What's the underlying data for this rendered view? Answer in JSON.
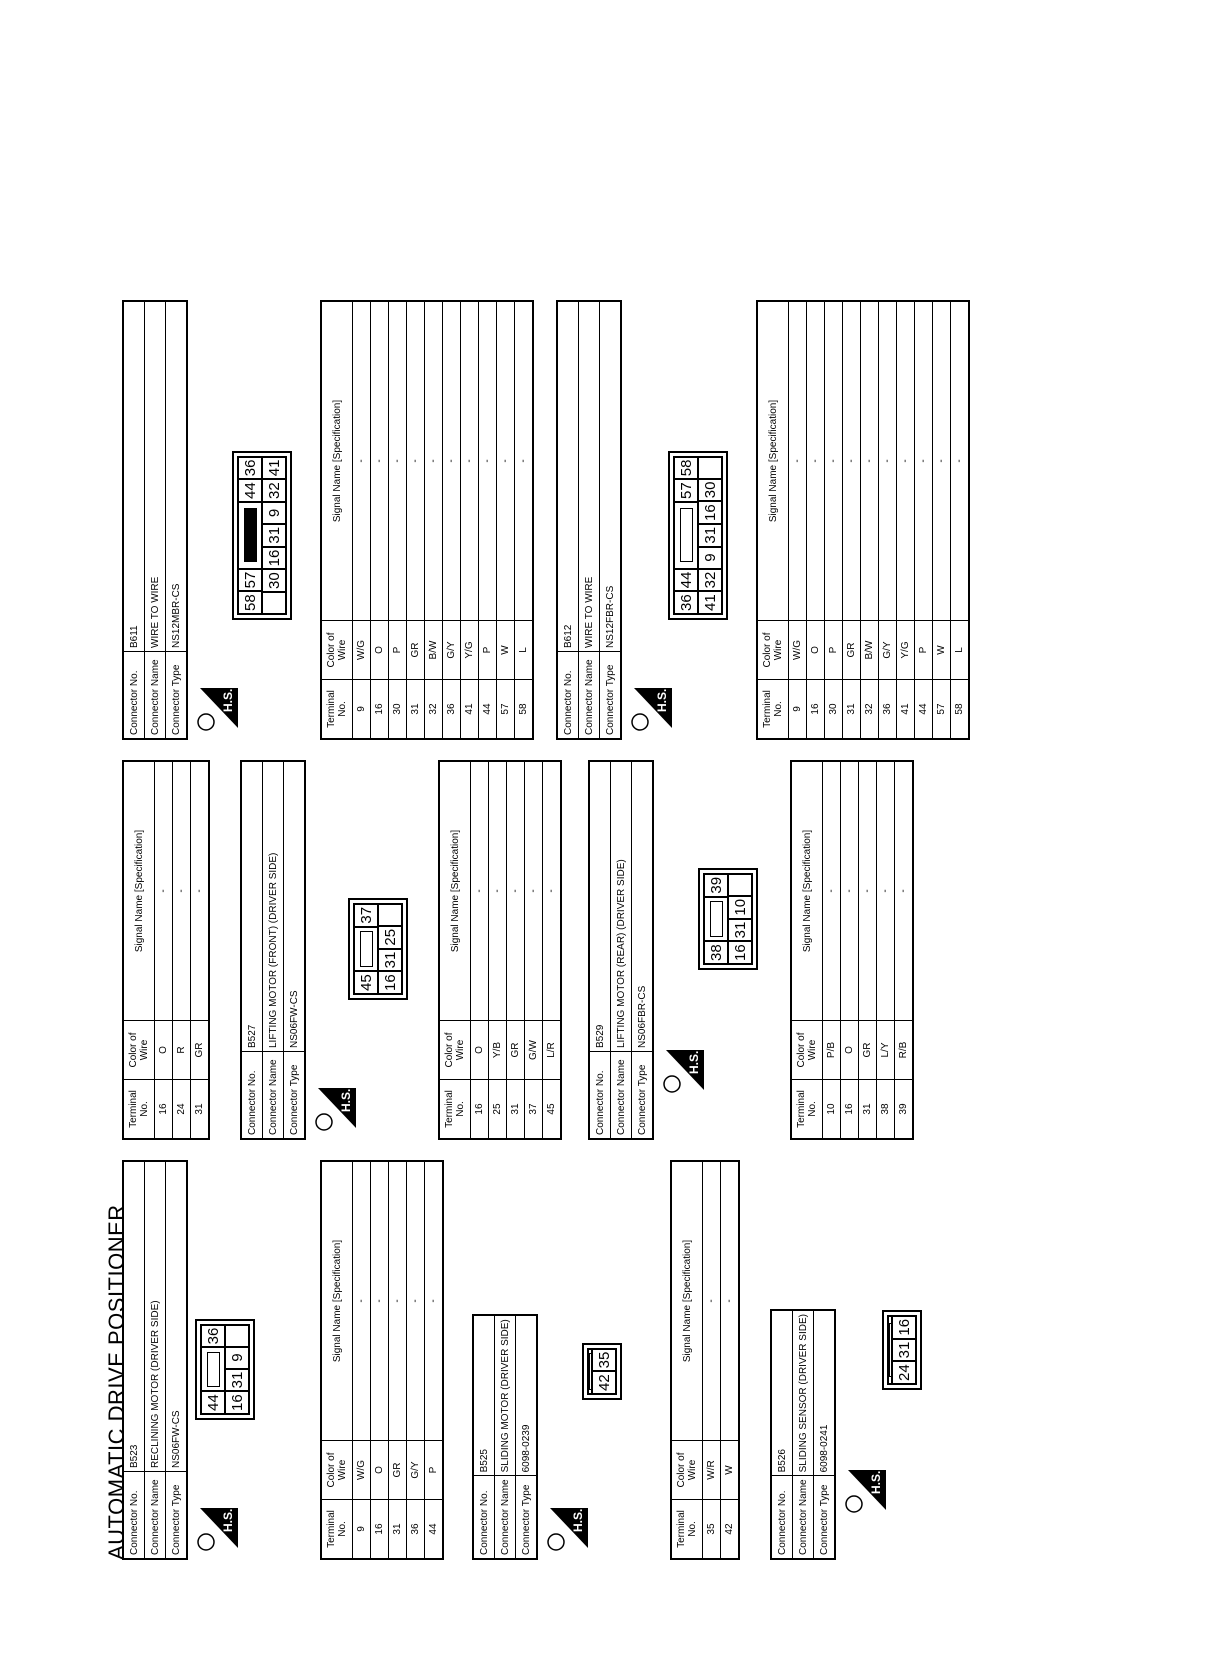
{
  "title": "AUTOMATIC DRIVE POSITIONER",
  "labels": {
    "connector_no": "Connector No.",
    "connector_name": "Connector Name",
    "connector_type": "Connector Type",
    "terminal_no": "Terminal No.",
    "color_of_wire": "Color of Wire",
    "signal_name": "Signal Name [Specification]",
    "hs": "H.S."
  },
  "connectors": [
    {
      "no": "B523",
      "name": "RECLINING MOTOR (DRIVER SIDE)",
      "type": "NS06FW-CS",
      "face_top": [
        "44",
        "",
        "36"
      ],
      "face_bottom": [
        "16",
        "31",
        "9",
        ""
      ],
      "pins": [
        [
          "9",
          "W/G",
          "-"
        ],
        [
          "16",
          "O",
          "-"
        ],
        [
          "31",
          "GR",
          "-"
        ],
        [
          "36",
          "G/Y",
          "-"
        ],
        [
          "44",
          "P",
          "-"
        ]
      ]
    },
    {
      "no": "B525",
      "name": "SLIDING MOTOR (DRIVER SIDE)",
      "type": "6098-0239",
      "face_top": [
        ""
      ],
      "face_bottom": [
        "42",
        "35"
      ],
      "pins": [
        [
          "35",
          "W/R",
          "-"
        ],
        [
          "42",
          "W",
          "-"
        ]
      ]
    },
    {
      "no": "B526",
      "name": "SLIDING SENSOR (DRIVER SIDE)",
      "type": "6098-0241",
      "face_top": [
        ""
      ],
      "face_bottom": [
        "24",
        "31",
        "16"
      ],
      "pins": [
        [
          "16",
          "O",
          "-"
        ],
        [
          "24",
          "R",
          "-"
        ],
        [
          "31",
          "GR",
          "-"
        ]
      ]
    },
    {
      "no": "B527",
      "name": "LIFTING MOTOR (FRONT) (DRIVER SIDE)",
      "type": "NS06FW-CS",
      "face_top": [
        "45",
        "",
        "37"
      ],
      "face_bottom": [
        "16",
        "31",
        "25",
        ""
      ],
      "pins": [
        [
          "16",
          "O",
          "-"
        ],
        [
          "25",
          "Y/B",
          "-"
        ],
        [
          "31",
          "GR",
          "-"
        ],
        [
          "37",
          "G/W",
          "-"
        ],
        [
          "45",
          "L/R",
          "-"
        ]
      ]
    },
    {
      "no": "B529",
      "name": "LIFTING MOTOR (REAR) (DRIVER SIDE)",
      "type": "NS06FBR-CS",
      "face_top": [
        "38",
        "",
        "39"
      ],
      "face_bottom": [
        "16",
        "31",
        "10",
        ""
      ],
      "pins": [
        [
          "10",
          "P/B",
          "-"
        ],
        [
          "16",
          "O",
          "-"
        ],
        [
          "31",
          "GR",
          "-"
        ],
        [
          "38",
          "L/Y",
          "-"
        ],
        [
          "39",
          "R/B",
          "-"
        ]
      ]
    },
    {
      "no": "B611",
      "name": "WIRE TO WIRE",
      "type": "NS12MBR-CS",
      "face_top": [
        "58",
        "57",
        "",
        "44",
        "36"
      ],
      "face_bottom": [
        "",
        "30",
        "16",
        "31",
        "9",
        "32",
        "41"
      ],
      "pins": [
        [
          "9",
          "W/G",
          "-"
        ],
        [
          "16",
          "O",
          "-"
        ],
        [
          "30",
          "P",
          "-"
        ],
        [
          "31",
          "GR",
          "-"
        ],
        [
          "32",
          "B/W",
          "-"
        ],
        [
          "36",
          "G/Y",
          "-"
        ],
        [
          "41",
          "Y/G",
          "-"
        ],
        [
          "44",
          "P",
          "-"
        ],
        [
          "57",
          "W",
          "-"
        ],
        [
          "58",
          "L",
          "-"
        ]
      ]
    },
    {
      "no": "B612",
      "name": "WIRE TO WIRE",
      "type": "NS12FBR-CS",
      "face_top": [
        "36",
        "44",
        "",
        "57",
        "58"
      ],
      "face_bottom": [
        "41",
        "32",
        "9",
        "31",
        "16",
        "30",
        ""
      ],
      "pins": [
        [
          "9",
          "W/G",
          "-"
        ],
        [
          "16",
          "O",
          "-"
        ],
        [
          "30",
          "P",
          "-"
        ],
        [
          "31",
          "GR",
          "-"
        ],
        [
          "32",
          "B/W",
          "-"
        ],
        [
          "36",
          "G/Y",
          "-"
        ],
        [
          "41",
          "Y/G",
          "-"
        ],
        [
          "44",
          "P",
          "-"
        ],
        [
          "57",
          "W",
          "-"
        ],
        [
          "58",
          "L",
          "-"
        ]
      ]
    }
  ]
}
